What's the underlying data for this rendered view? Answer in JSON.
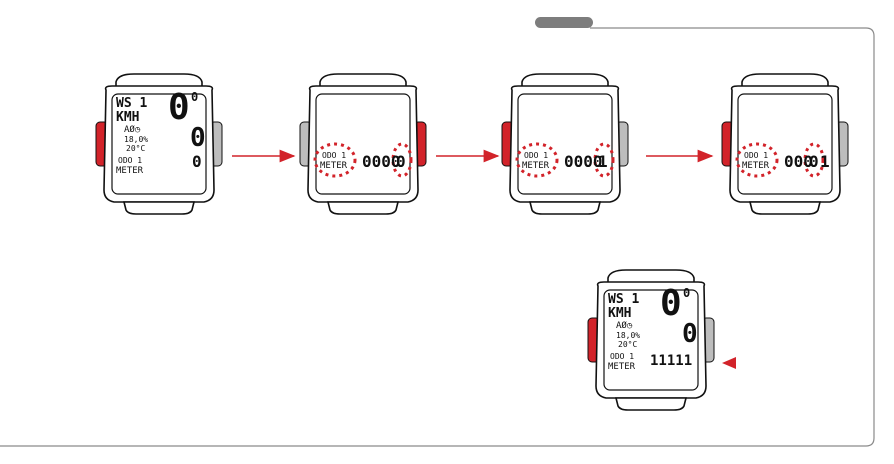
{
  "colors": {
    "accent": "#d2232a",
    "frame": "#8a8a8a",
    "tab": "#7d7d7d",
    "device_stroke": "#111111",
    "side_button_gray": "#bdbdbd"
  },
  "devices": [
    {
      "id": "start",
      "left_button": "red",
      "right_button": "gray",
      "lines": {
        "ws": "WS 1",
        "kmh": "KMH",
        "icons": "AØ◷",
        "percent": "18,0%",
        "temp": "20°C",
        "odo": "ODO  1",
        "meter": "METER",
        "big_top": "0",
        "big_top_sup": "0",
        "big_mid": "0",
        "big_low": "0"
      }
    },
    {
      "id": "step-1",
      "left_button": "gray",
      "right_button": "red",
      "lines": {
        "odo": "ODO  1",
        "meter": "METER",
        "digits": "0000",
        "active_digit": "0"
      }
    },
    {
      "id": "step-2",
      "left_button": "red",
      "right_button": "gray",
      "lines": {
        "odo": "ODO  1",
        "meter": "METER",
        "digits": "0000",
        "active_digit": "1"
      }
    },
    {
      "id": "step-3",
      "left_button": "red",
      "right_button": "gray",
      "lines": {
        "odo": "ODO  1",
        "meter": "METER",
        "digits": "000",
        "active_digit": "0",
        "last_digit": "1"
      }
    },
    {
      "id": "result",
      "left_button": "red",
      "right_button": "gray",
      "lines": {
        "ws": "WS 1",
        "kmh": "KMH",
        "icons": "AØ◷",
        "percent": "18,0%",
        "temp": "20°C",
        "odo": "ODO  1",
        "meter": "METER",
        "big_top": "0",
        "big_top_sup": "0",
        "big_mid": "0",
        "digits": "11111"
      }
    }
  ],
  "arrows": [
    "step-arrow-1",
    "step-arrow-2",
    "step-arrow-3"
  ],
  "pointer": "result-pointer"
}
